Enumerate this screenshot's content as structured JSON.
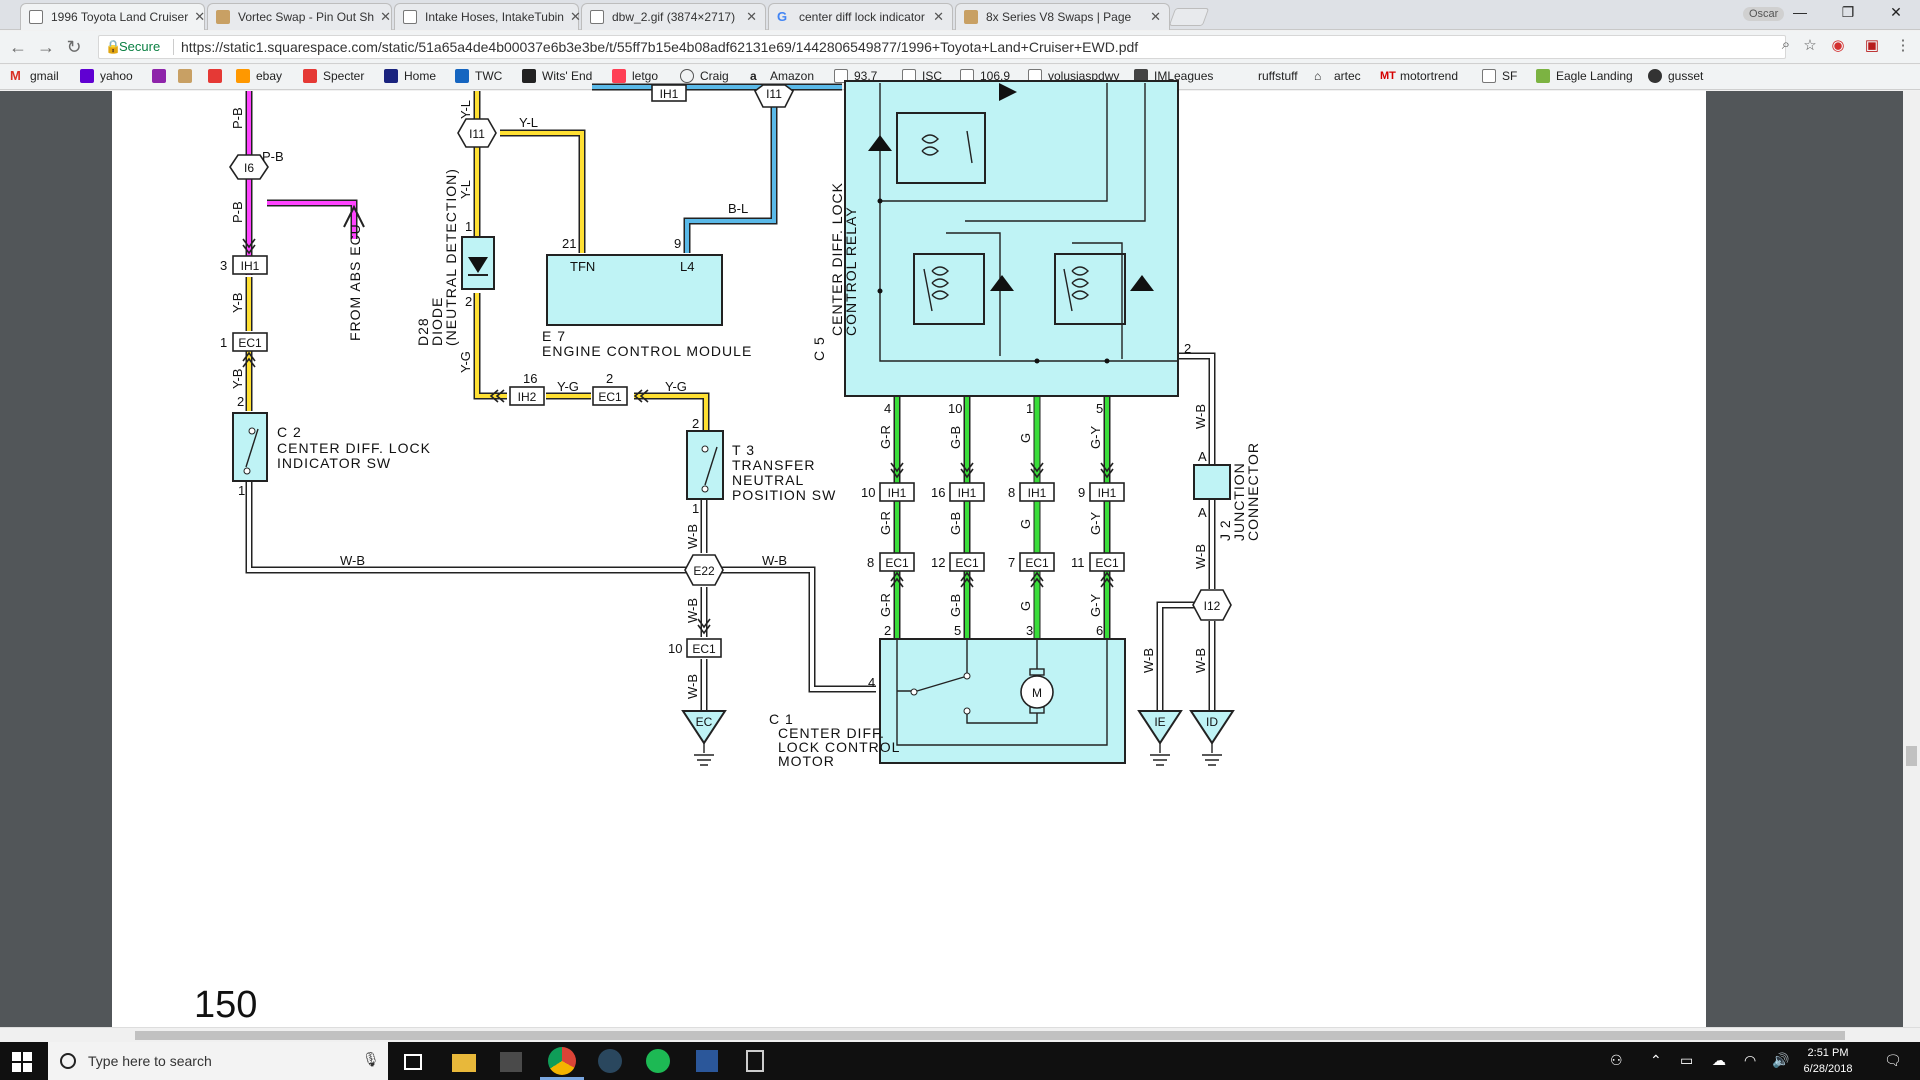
{
  "tabs": [
    {
      "title": "1996 Toyota Land Cruiser",
      "active": true
    },
    {
      "title": "Vortec Swap - Pin Out Sh"
    },
    {
      "title": "Intake Hoses, IntakeTubin"
    },
    {
      "title": "dbw_2.gif (3874×2717)"
    },
    {
      "title": "center diff lock indicator"
    },
    {
      "title": "8x Series V8 Swaps | Page"
    }
  ],
  "profile": "Oscar",
  "address": {
    "secure_label": "Secure",
    "url": "https://static1.squarespace.com/static/51a65a4de4b00037e6b3e3be/t/55ff7b15e4b08adf62131e69/1442806549877/1996+Toyota+Land+Cruiser+EWD.pdf"
  },
  "bookmarks": [
    "gmail",
    "yahoo",
    "",
    "",
    "ebay",
    "Specter",
    "Home",
    "TWC",
    "Wits' End",
    "letgo",
    "Craig",
    "Amazon",
    "93.7",
    "ISC",
    "106.9",
    "volusiaspdwy",
    "IMLeagues",
    "ruffstuff",
    "artec",
    "motortrend",
    "SF",
    "Eagle Landing",
    "gusset"
  ],
  "diagram": {
    "page_number": "150",
    "wire_labels": {
      "pb_top": "P-B",
      "pb_h": "P-B",
      "pb_2": "P-B",
      "yb_1": "Y-B",
      "yb_2": "Y-B",
      "yl_top": "Y-L",
      "yl_h": "Y-L",
      "yl_v": "Y-L",
      "yg_v": "Y-G",
      "yg_h1": "Y-G",
      "yg_h2": "Y-G",
      "bl": "B-L",
      "wb_left": "W-B",
      "wb_right": "W-B",
      "wb_t3": "W-B",
      "wb_e22": "W-B",
      "wb_ec": "W-B",
      "gr1": "G-R",
      "gb1": "G-B",
      "g1": "G",
      "gy1": "G-Y",
      "gr2": "G-R",
      "gb2": "G-B",
      "g2": "G",
      "gy2": "G-Y",
      "gr3": "G-R",
      "gb3": "G-B",
      "g3": "G",
      "gy3": "G-Y",
      "wb_j2a": "W-B",
      "wb_j2b": "W-B",
      "wb_ie": "W-B",
      "wb_id": "W-B"
    },
    "connectors": {
      "ih1_a": "IH1",
      "ec1_a": "EC1",
      "ih2": "IH2",
      "ec1_b": "EC1",
      "ec1_c": "EC1",
      "ih1_top": "IH1",
      "ih1_1": "IH1",
      "ih1_2": "IH1",
      "ih1_3": "IH1",
      "ih1_4": "IH1",
      "ec1_1": "EC1",
      "ec1_2": "EC1",
      "ec1_3": "EC1",
      "ec1_4": "EC1"
    },
    "junctions": {
      "i6": "I6",
      "i11a": "I11",
      "i11b": "I11",
      "e22": "E22",
      "i12": "I12"
    },
    "grounds": {
      "ec": "EC",
      "ie": "IE",
      "id": "ID"
    },
    "pins": {
      "p3": "3",
      "p1": "1",
      "p2c2": "2",
      "p1c2": "1",
      "p21": "21",
      "p9": "9",
      "tfn": "TFN",
      "l4": "L4",
      "d1": "1",
      "d2": "2",
      "p16": "16",
      "p2ec": "2",
      "p2t3": "2",
      "p1t3": "1",
      "p10ec": "10",
      "r4": "4",
      "r10": "10",
      "r1": "1",
      "r5": "5",
      "r2": "2",
      "h10": "10",
      "h16": "16",
      "h8": "8",
      "h9": "9",
      "e8": "8",
      "e12": "12",
      "e7": "7",
      "e11": "11",
      "m2": "2",
      "m5": "5",
      "m3": "3",
      "m6": "6",
      "m4": "4",
      "ja": "A",
      "ja2": "A"
    },
    "components": {
      "abs": "FROM ABS ECU",
      "d28_1": "D28",
      "d28_2": "DIODE",
      "d28_3": "(NEUTRAL DETECTION)",
      "e7_1": "E 7",
      "e7_2": "ENGINE CONTROL MODULE",
      "c2_1": "C 2",
      "c2_2": "CENTER DIFF.  LOCK",
      "c2_3": "INDICATOR SW",
      "t3_1": "T 3",
      "t3_2": "TRANSFER",
      "t3_3": "NEUTRAL",
      "t3_4": "POSITION SW",
      "c5_1": "C 5",
      "c5_2": "CENTER DIFF.  LOCK",
      "c5_3": "CONTROL RELAY",
      "c1_1": "C 1",
      "c1_2": "CENTER DIFF.",
      "c1_3": "LOCK CONTROL",
      "c1_4": "MOTOR",
      "j2_1": "J 2",
      "j2_2": "JUNCTION",
      "j2_3": "CONNECTOR",
      "motor": "M"
    }
  },
  "taskbar": {
    "search_placeholder": "Type here to search",
    "time": "2:51 PM",
    "date": "6/28/2018"
  },
  "colors": {
    "component_fill": "#bff3f5",
    "wire_pink": "#ff33ff",
    "wire_yellow": "#ffe033",
    "wire_blue": "#56b7e6",
    "wire_green": "#33dd33"
  }
}
